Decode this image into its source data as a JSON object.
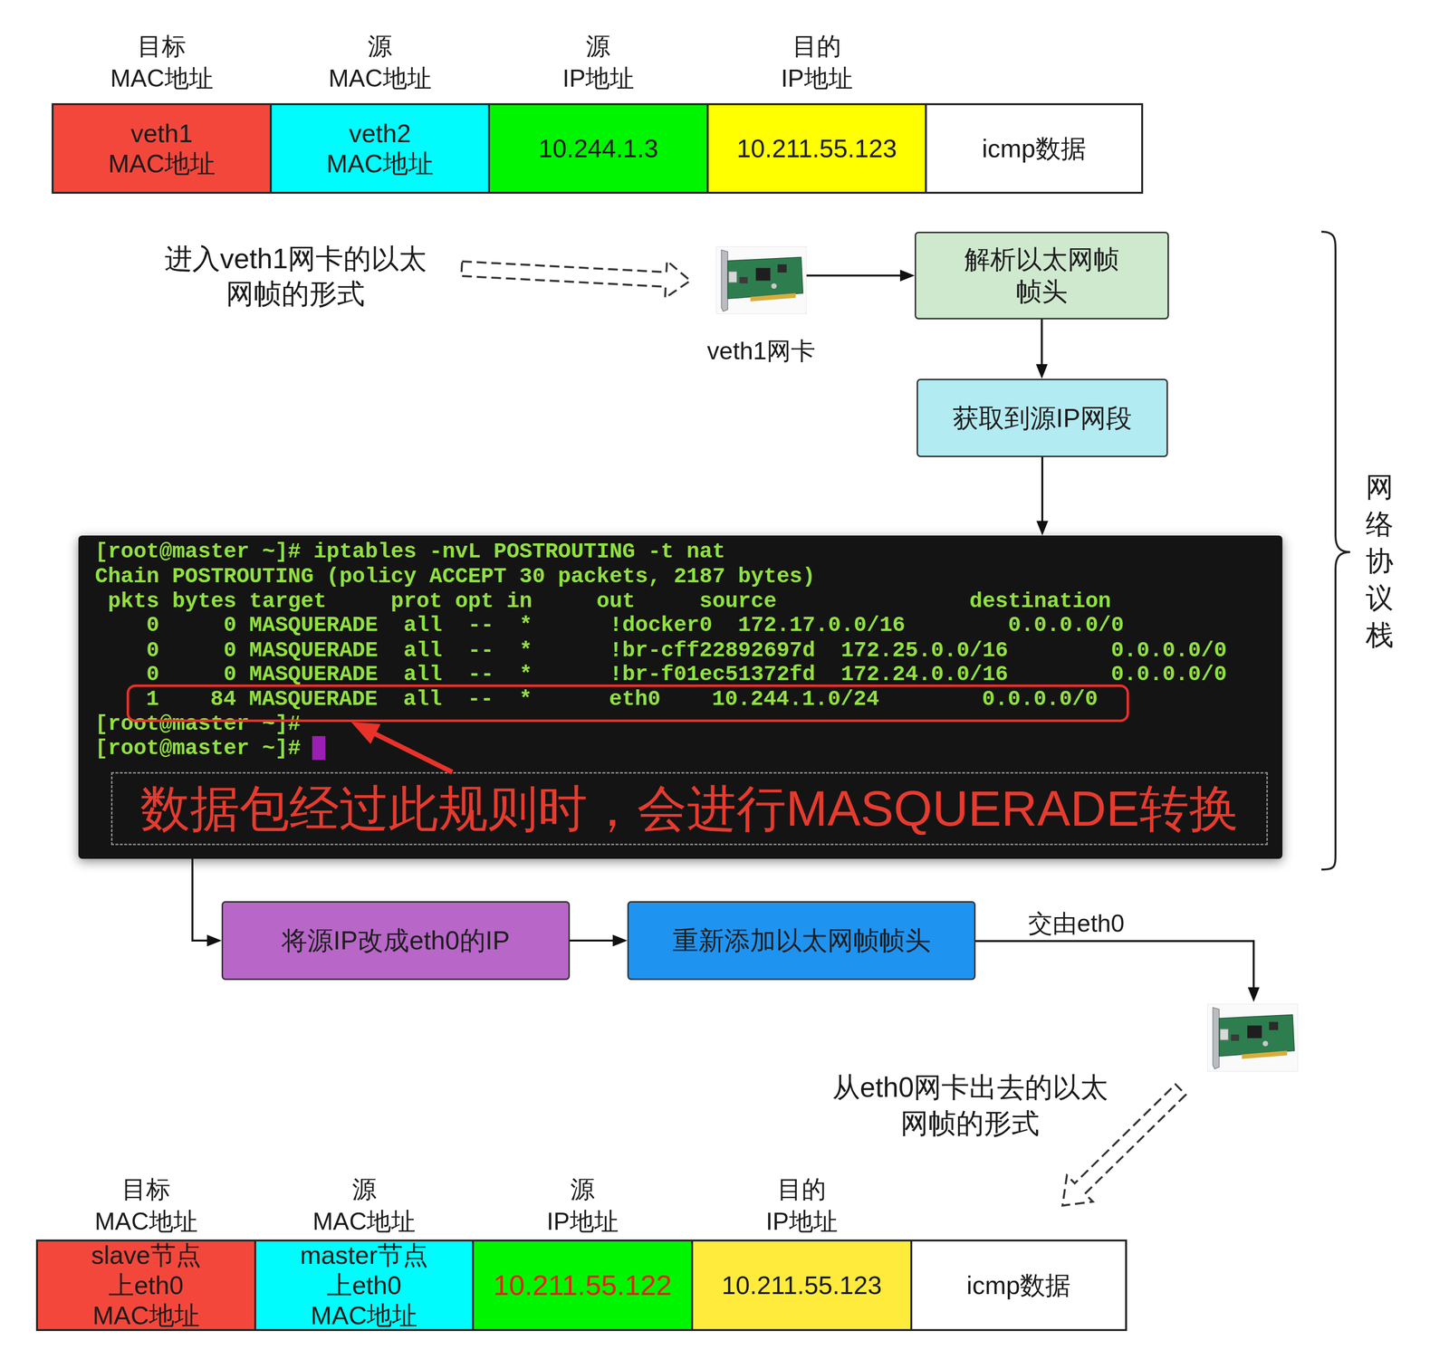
{
  "diagram": {
    "nodes": [
      {
        "text": [
          "目标 MAC地址",
          "veth1 MAC地址"
        ]
      },
      {
        "text": [
          "源 MAC地址",
          "veth2 MAC地址"
        ]
      },
      {
        "text": [
          "源 IP地址",
          "10.244.1.3"
        ]
      },
      {
        "text": [
          "目的 IP地址",
          "10.211.55.123"
        ]
      },
      {
        "text": [
          "icmp数据"
        ]
      },
      {
        "text": [
          "veth1网卡"
        ]
      },
      {
        "text": [
          "解析以太网帧 帧头"
        ]
      },
      {
        "text": [
          "获取到源IP网段"
        ]
      },
      {
        "text": [
          "[root@master ~]# iptables -nvL POSTROUTING -t nat",
          "Chain POSTROUTING (policy ACCEPT 30 packets, 2187 bytes)",
          " pkts bytes target     prot opt in     out     source               destination",
          "    0     0 MASQUERADE  all  --  *      !docker0  172.17.0.0/16        0.0.0.0/0",
          "    0     0 MASQUERADE  all  --  *      !br-cff22892697d  172.25.0.0/16        0.0.0.0/0",
          "    0     0 MASQUERADE  all  --  *      !br-f01ec51372fd  172.24.0.0/16        0.0.0.0/0",
          "[root@master ~]#",
          "[root@master ~]#"
        ]
      },
      {
        "text": [
          "1    84 MASQUERADE  all  --  *      eth0    10.244.1.0/24        0.0.0.0/0"
        ],
        "in": 8
      },
      {
        "text": [
          "数据包经过此规则时，会进行MASQUERADE转换"
        ],
        "in": 8
      },
      {
        "text": [
          "将源IP改成eth0的IP"
        ]
      },
      {
        "text": [
          "重新添加以太网帧帧头"
        ]
      },
      {
        "text": [
          "目标 MAC地址",
          "slave节点 上eth0 MAC地址"
        ]
      },
      {
        "text": [
          "源 MAC地址",
          "master节点 上eth0 MAC地址"
        ]
      },
      {
        "text": [
          "源 IP地址",
          "10.211.55.122"
        ]
      },
      {
        "text": [
          "目的 IP地址",
          "10.211.55.123"
        ]
      },
      {
        "text": [
          "icmp数据"
        ]
      }
    ],
    "edges": [
      {
        "from": 5,
        "to": 6,
        "arrow": "to"
      },
      {
        "from": 6,
        "to": 7,
        "arrow": "to"
      },
      {
        "from": 7,
        "to": 8,
        "arrow": "to"
      },
      {
        "from": 10,
        "to": 9,
        "arrow": "to"
      },
      {
        "from": 8,
        "to": 11,
        "arrow": "to"
      },
      {
        "from": 11,
        "to": 12,
        "arrow": "to"
      }
    ],
    "labels": [
      "进入veth1网卡的以太 网帧的形式",
      "网络协议栈",
      "交由eth0",
      "从eth0网卡出去的以太 网帧的形式"
    ]
  }
}
